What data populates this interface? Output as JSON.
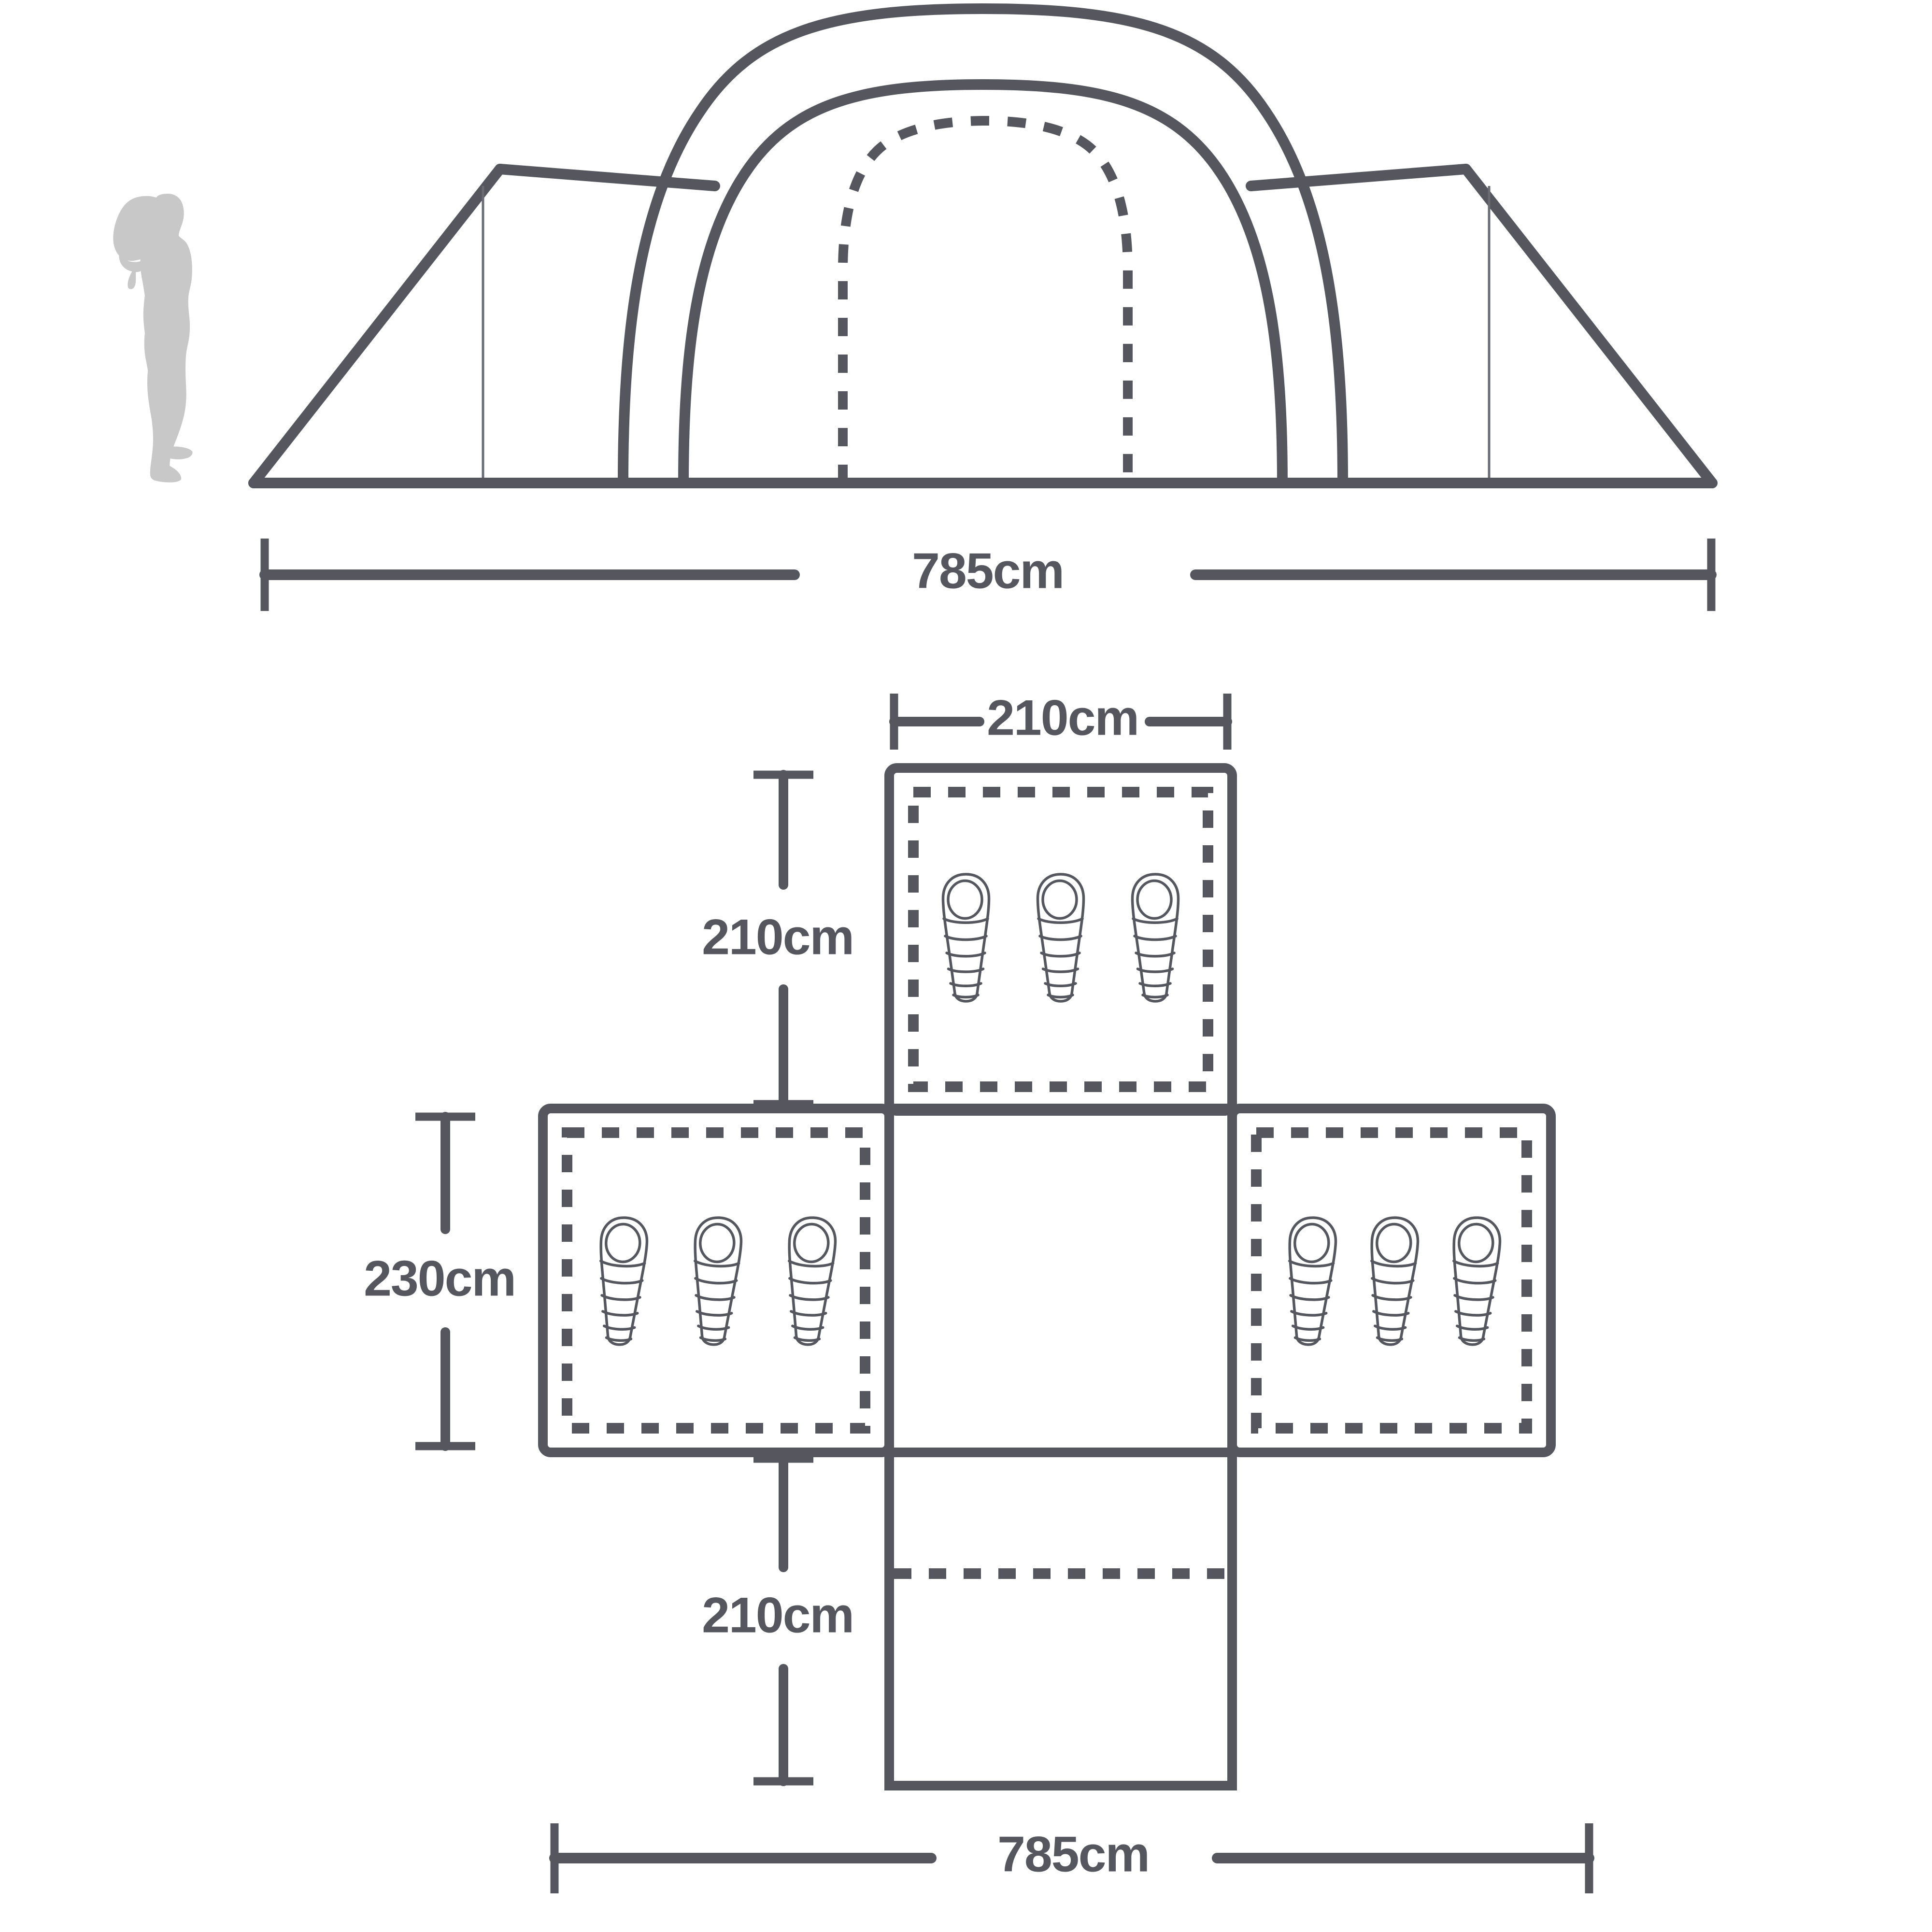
{
  "diagram": {
    "title": "Tent dimensions diagram",
    "type": "technical-drawing",
    "colors": {
      "line": "#55565e",
      "silhouette": "#c8c8c8",
      "background": "#ffffff",
      "thin_line": "#6a6b73"
    },
    "units": "cm"
  },
  "elevation": {
    "name": "side-elevation",
    "person_icon": "hiker-with-backpack-silhouette",
    "tent_icon": "tunnel-tent-side-profile",
    "width_dimension": {
      "label": "785cm",
      "value": 785,
      "unit": "cm",
      "orientation": "horizontal"
    }
  },
  "floorplan": {
    "name": "floor-plan",
    "rooms": [
      {
        "id": "bedroom-top",
        "position": "top",
        "sleeping_bags": 3,
        "width_label": "210cm",
        "width_value": 210,
        "height_label": "210cm",
        "height_value": 210
      },
      {
        "id": "bedroom-left",
        "position": "left",
        "sleeping_bags": 3,
        "height_label": "230cm",
        "height_value": 230
      },
      {
        "id": "living-area",
        "position": "center",
        "sleeping_bags": 0
      },
      {
        "id": "bedroom-right",
        "position": "right",
        "sleeping_bags": 3
      },
      {
        "id": "porch-bottom",
        "position": "bottom",
        "sleeping_bags": 0,
        "height_label": "210cm",
        "height_value": 210
      }
    ],
    "dimensions": {
      "top_width": "210cm",
      "top_height": "210cm",
      "left_height": "230cm",
      "bottom_height": "210cm",
      "overall_width": "785cm"
    }
  },
  "labels": {
    "elev_width": "785cm",
    "plan_top_width": "210cm",
    "plan_top_height": "210cm",
    "plan_left_height": "230cm",
    "plan_bottom_height": "210cm",
    "plan_overall_width": "785cm"
  }
}
